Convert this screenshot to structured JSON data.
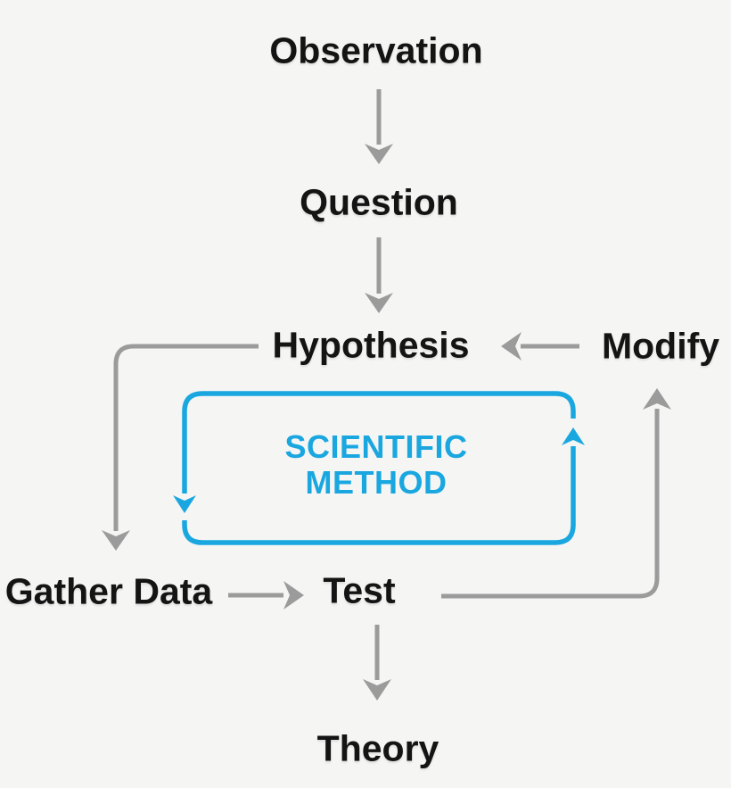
{
  "diagram": {
    "title": "Scientific method flowchart",
    "background_color": "#f5f5f4",
    "arrow_color": "#9b9b9b",
    "accent_color": "#1aa7e0",
    "text_color": "#141414"
  },
  "nodes": [
    {
      "id": "observation",
      "label": "Observation"
    },
    {
      "id": "question",
      "label": "Question"
    },
    {
      "id": "hypothesis",
      "label": "Hypothesis"
    },
    {
      "id": "modify",
      "label": "Modify"
    },
    {
      "id": "gather-data",
      "label": "Gather Data"
    },
    {
      "id": "test",
      "label": "Test"
    },
    {
      "id": "theory",
      "label": "Theory"
    }
  ],
  "cycle_label": {
    "line1": "SCIENTIFIC",
    "line2": "METHOD"
  },
  "edges": [
    {
      "from": "Observation",
      "to": "Question"
    },
    {
      "from": "Question",
      "to": "Hypothesis"
    },
    {
      "from": "Modify",
      "to": "Hypothesis"
    },
    {
      "from": "Hypothesis",
      "to": "Gather Data"
    },
    {
      "from": "Gather Data",
      "to": "Test"
    },
    {
      "from": "Test",
      "to": "Modify"
    },
    {
      "from": "Test",
      "to": "Theory"
    }
  ]
}
